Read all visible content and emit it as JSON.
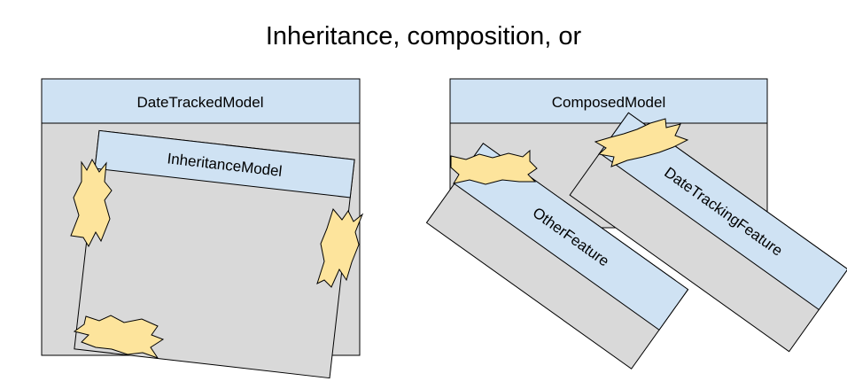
{
  "title": "Inheritance, composition, or",
  "colors": {
    "header_fill": "#cfe2f3",
    "body_fill": "#d9d9d9",
    "tape_fill": "#fde49c",
    "stroke": "#000000"
  },
  "left": {
    "outer_label": "DateTrackedModel",
    "inner_label": "InheritanceModel"
  },
  "right": {
    "outer_label": "ComposedModel",
    "feature_left_label": "OtherFeature",
    "feature_right_label": "DateTrackingFeature"
  }
}
